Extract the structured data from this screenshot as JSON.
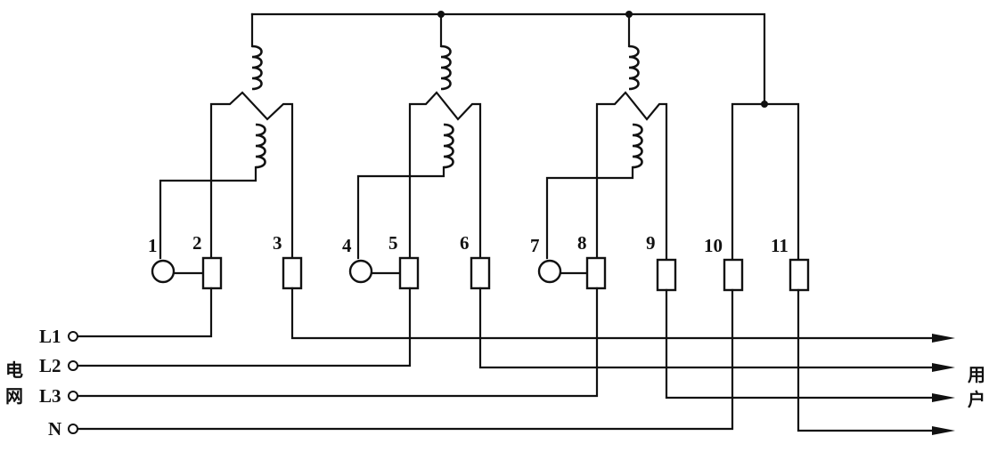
{
  "terminals": [
    "1",
    "2",
    "3",
    "4",
    "5",
    "6",
    "7",
    "8",
    "9",
    "10",
    "11"
  ],
  "lines": [
    "L1",
    "L2",
    "L3",
    "N"
  ],
  "grid_label": [
    "电",
    "网"
  ],
  "user_label": [
    "用",
    "户"
  ]
}
